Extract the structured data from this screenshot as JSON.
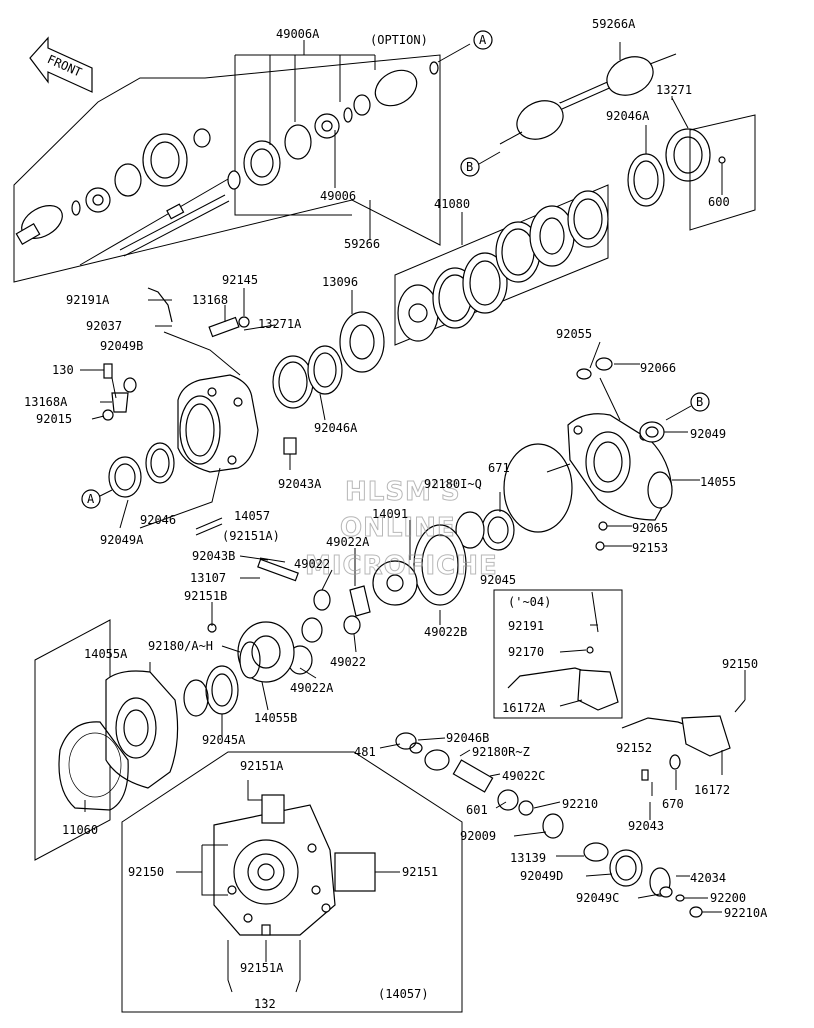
{
  "front_label": "FRONT",
  "callouts": {
    "c49006A": "49006A",
    "option": "(OPTION)",
    "c59266A": "59266A",
    "c13271": "13271",
    "c92046A_top": "92046A",
    "c49006": "49006",
    "c59266": "59266",
    "c600": "600",
    "c41080": "41080",
    "c13096": "13096",
    "c92145": "92145",
    "c92191A": "92191A",
    "c13168": "13168",
    "c92037": "92037",
    "c13271A": "13271A",
    "c92049B": "92049B",
    "c130": "130",
    "c13168A": "13168A",
    "c92015": "92015",
    "c92046A_mid": "92046A",
    "c92055": "92055",
    "c92066": "92066",
    "c92049": "92049",
    "c671": "671",
    "c92180I_Q": "92180I~Q",
    "c14055": "14055",
    "c92043A": "92043A",
    "c92046": "92046",
    "c14057": "14057",
    "c92049A": "92049A",
    "c92151A_paren": "(92151A)",
    "c14091": "14091",
    "c92065": "92065",
    "c92153": "92153",
    "c92043B": "92043B",
    "c49022A_top": "49022A",
    "c49022_top": "49022",
    "c13107": "13107",
    "c92045": "92045",
    "c92151B": "92151B",
    "c04": "('~04)",
    "c49022B": "49022B",
    "c92191": "92191",
    "c49022_mid": "49022",
    "c92170": "92170",
    "c92180AH": "92180/A~H",
    "c14055A": "14055A",
    "c49022A_mid": "49022A",
    "c14055B": "14055B",
    "c16172A": "16172A",
    "c92150_right": "92150",
    "c92045A": "92045A",
    "c92046B": "92046B",
    "c481": "481",
    "c92180RZ": "92180R~Z",
    "c92152": "92152",
    "c92151A_inset": "92151A",
    "c49022C": "49022C",
    "c670": "670",
    "c16172": "16172",
    "c601": "601",
    "c92210": "92210",
    "c11060": "11060",
    "c92009": "92009",
    "c92043": "92043",
    "c92150_inset": "92150",
    "c92151_inset": "92151",
    "c13139": "13139",
    "c42034": "42034",
    "c92049D": "92049D",
    "c92200": "92200",
    "c92049C": "92049C",
    "c92210A": "92210A",
    "c92151A_inset2": "92151A",
    "c132": "132",
    "c14057_paren": "(14057)"
  },
  "markers": {
    "a_top": "A",
    "b_top": "B",
    "b_mid": "B",
    "a_mid": "A"
  },
  "watermark": {
    "line1": "HLSM'S",
    "line2": "ONLINE",
    "line3": "MICROFICHE"
  }
}
